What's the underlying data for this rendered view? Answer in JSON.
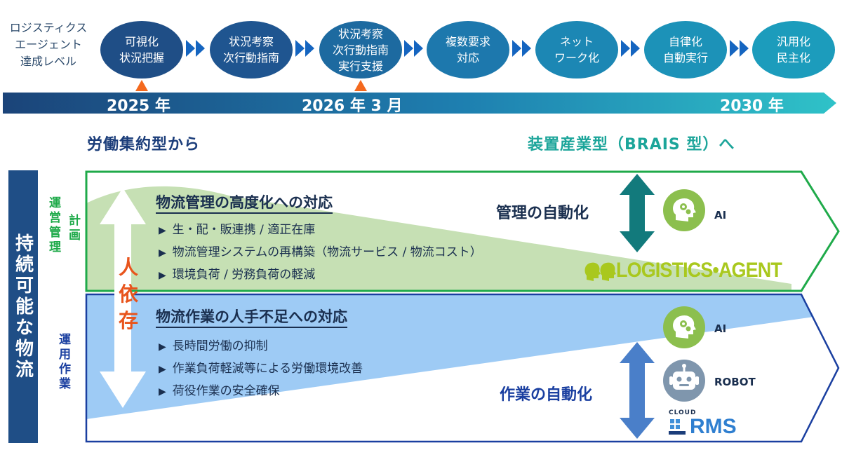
{
  "level_label": "ロジスティクス\nエージェント\n達成レベル",
  "stages": [
    {
      "label": "可視化\n状況把握"
    },
    {
      "label": "状況考察\n次行動指南"
    },
    {
      "label": "状況考察\n次行動指南\n実行支援"
    },
    {
      "label": "複数要求\n対応"
    },
    {
      "label": "ネット\nワーク化"
    },
    {
      "label": "自律化\n自動実行"
    },
    {
      "label": "汎用化\n民主化"
    }
  ],
  "timeline": {
    "years": [
      "2025 年",
      "2026 年 3 月",
      "2030 年"
    ]
  },
  "transition": {
    "from": "労働集約型から",
    "to": "装置産業型（BRAIS 型）へ"
  },
  "side": {
    "main": "持続可能な物流",
    "upper_a": "運営管理",
    "upper_b": "計画",
    "lower": "運用作業"
  },
  "upper": {
    "title": "物流管理の高度化への対応",
    "bullets": [
      "生・配・販連携 / 適正在庫",
      "物流管理システムの再構築（物流サービス / 物流コスト）",
      "環境負荷 / 労務負荷の軽減"
    ],
    "auto_label": "管理の自動化",
    "ai_label": "AI",
    "logo_text": "LOGISTICS•AGENT"
  },
  "lower": {
    "title": "物流作業の人手不足への対応",
    "bullets": [
      "長時間労働の抑制",
      "作業負荷軽減等による労働環境改善",
      "荷役作業の安全確保"
    ],
    "auto_label": "作業の自動化",
    "ai_label": "AI",
    "robot_label": "ROBOT",
    "cloud_label": "CLOUD",
    "rms_label": "RMS"
  },
  "dependency": {
    "chars": [
      "人",
      "依",
      "存"
    ]
  },
  "colors": {
    "stage_dark": "#1f4e86",
    "stage_teal": "#1c98bb",
    "arrow_blue": "#1565c0",
    "green_accent": "#1faa4a",
    "teal_text": "#1ca59a",
    "navy_text": "#1b3d7a",
    "upper_fill": "#c6e0b4",
    "lower_fill": "#9ecbf5",
    "orange": "#f4691e"
  }
}
